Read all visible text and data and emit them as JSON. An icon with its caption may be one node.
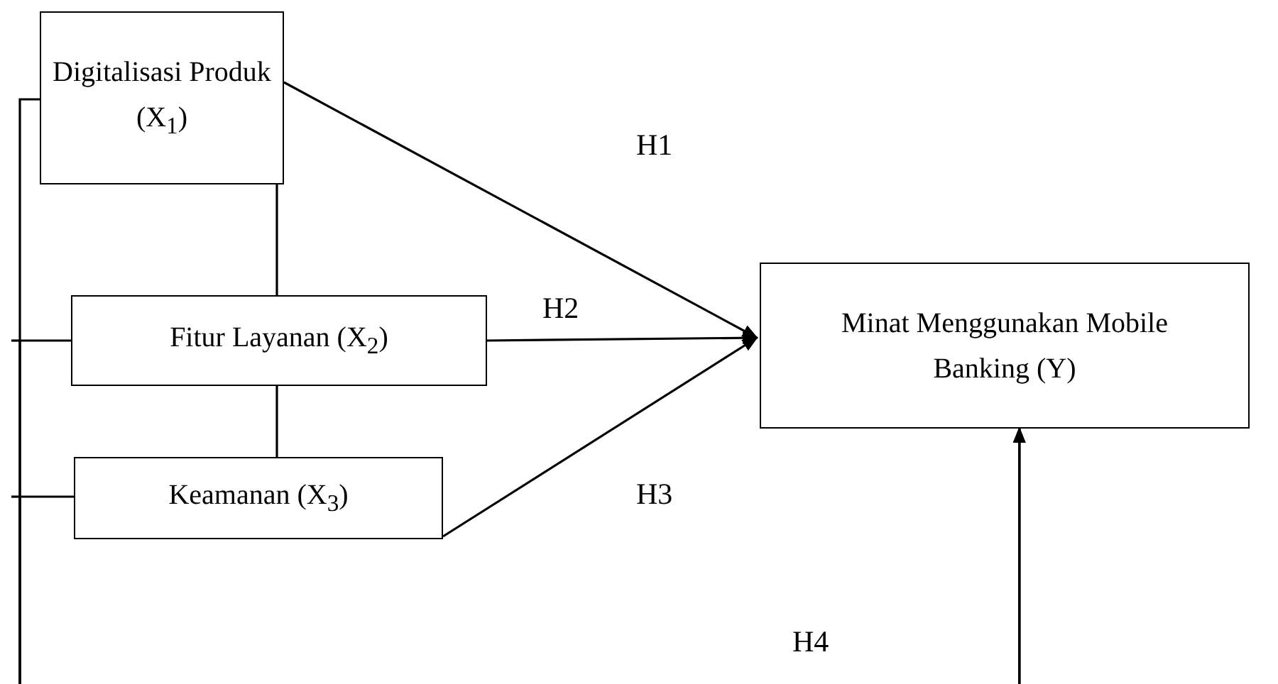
{
  "diagram": {
    "nodes": [
      {
        "text": [
          "Digitalisasi Produk (X$_{1}$)"
        ]
      },
      {
        "text": [
          "Fitur Layanan (X$_{2}$)"
        ]
      },
      {
        "text": [
          "Keamanan (X$_{3}$)"
        ]
      },
      {
        "text": [
          "Minat Menggunakan Mobile Banking (Y)"
        ]
      }
    ],
    "edges": [
      {
        "from": 0,
        "to": 3,
        "arrow": "to",
        "label": "H1"
      },
      {
        "from": 1,
        "to": 3,
        "arrow": "to",
        "label": "H2"
      },
      {
        "from": 2,
        "to": 3,
        "arrow": "to",
        "label": "H3"
      },
      {
        "from": 0,
        "to": 1,
        "arrow": "none"
      },
      {
        "from": 1,
        "to": 2,
        "arrow": "none"
      },
      {
        "from": 0,
        "to": 3,
        "arrow": "to",
        "label": "H4"
      },
      {
        "from": 1,
        "to": 3,
        "arrow": "to"
      },
      {
        "from": 2,
        "to": 3,
        "arrow": "to"
      }
    ]
  }
}
